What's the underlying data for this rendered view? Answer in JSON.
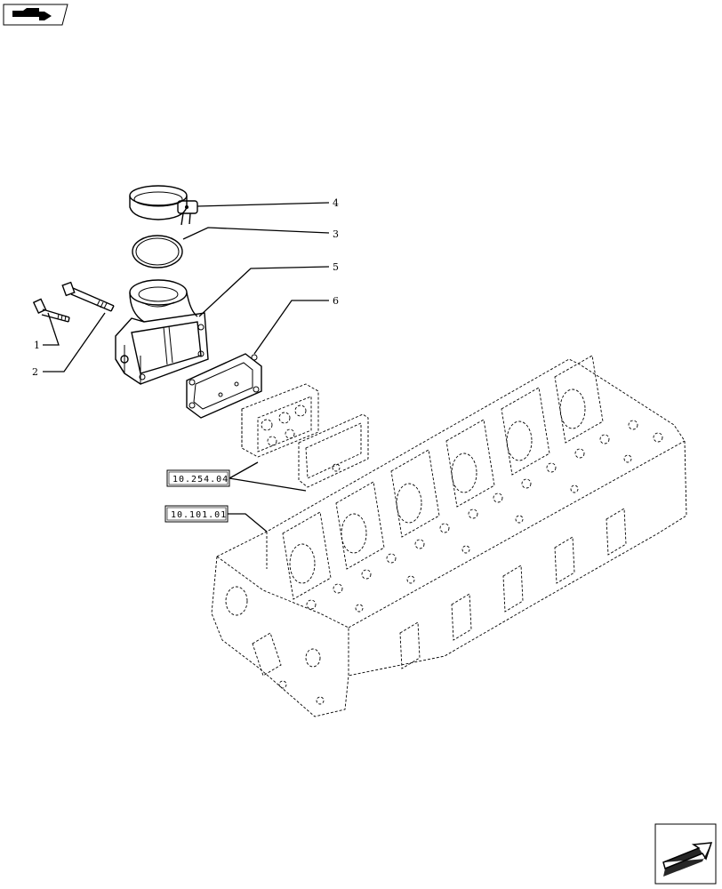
{
  "callouts": [
    {
      "id": "1",
      "label": "1"
    },
    {
      "id": "2",
      "label": "2"
    },
    {
      "id": "3",
      "label": "3"
    },
    {
      "id": "4",
      "label": "4"
    },
    {
      "id": "5",
      "label": "5"
    },
    {
      "id": "6",
      "label": "6"
    }
  ],
  "references": [
    {
      "id": "ref-a",
      "label": "10.254.04"
    },
    {
      "id": "ref-b",
      "label": "10.101.01"
    }
  ],
  "icons": {
    "top_left": "section-folder-icon",
    "bottom_right": "next-page-arrow-icon"
  }
}
